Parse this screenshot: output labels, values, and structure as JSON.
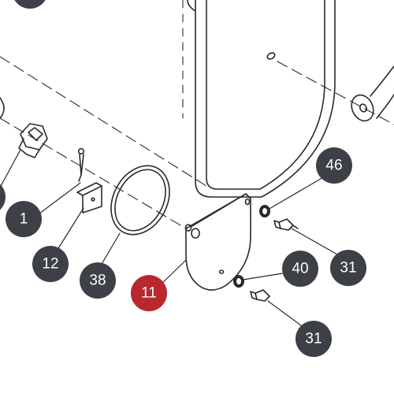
{
  "colors": {
    "background": "#ffffff",
    "line": "#2a2a2a",
    "callout_default": "#3d4047",
    "callout_highlight": "#b8282c",
    "callout_text": "#ffffff"
  },
  "callouts": [
    {
      "id": "c-top",
      "label": "",
      "color_key": "callout_default"
    },
    {
      "id": "c-46",
      "label": "46",
      "color_key": "callout_default"
    },
    {
      "id": "c-40",
      "label": "40",
      "color_key": "callout_default"
    },
    {
      "id": "c-31a",
      "label": "31",
      "color_key": "callout_default"
    },
    {
      "id": "c-31b",
      "label": "31",
      "color_key": "callout_default"
    },
    {
      "id": "c-1",
      "label": "1",
      "color_key": "callout_default"
    },
    {
      "id": "c-12",
      "label": "12",
      "color_key": "callout_default"
    },
    {
      "id": "c-38",
      "label": "38",
      "color_key": "callout_default"
    },
    {
      "id": "c-11",
      "label": "11",
      "color_key": "callout_highlight"
    },
    {
      "id": "c-left",
      "label": "",
      "color_key": "callout_default"
    }
  ]
}
